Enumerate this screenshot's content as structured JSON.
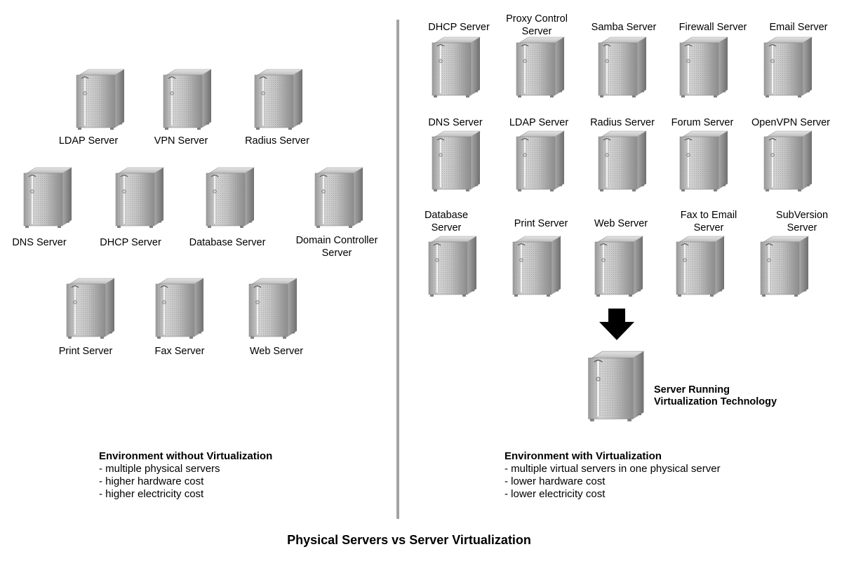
{
  "title": "Physical Servers vs Server Virtualization",
  "colors": {
    "divider": "#a3a3a3",
    "server_front": "#c4c4c4",
    "server_side": "#888888"
  },
  "icon": "server-tower-icon",
  "physical": {
    "heading": "Environment without Virtualization",
    "points": [
      "- multiple physical servers",
      "- higher hardware cost",
      "- higher electricity cost"
    ],
    "servers": [
      {
        "label": "LDAP Server"
      },
      {
        "label": "VPN Server"
      },
      {
        "label": "Radius Server"
      },
      {
        "label": "DNS Server"
      },
      {
        "label": "DHCP Server"
      },
      {
        "label": "Database Server"
      },
      {
        "label": "Domain Controller\nServer"
      },
      {
        "label": "Print Server"
      },
      {
        "label": "Fax Server"
      },
      {
        "label": "Web Server"
      }
    ]
  },
  "virtual": {
    "heading": "Environment with Virtualization",
    "points": [
      "- multiple virtual servers in one physical server",
      "- lower hardware cost",
      "- lower electricity cost"
    ],
    "servers": [
      {
        "label": "DHCP Server"
      },
      {
        "label": "Proxy Control\nServer"
      },
      {
        "label": "Samba Server"
      },
      {
        "label": "Firewall Server"
      },
      {
        "label": "Email Server"
      },
      {
        "label": "DNS Server"
      },
      {
        "label": "LDAP Server"
      },
      {
        "label": "Radius Server"
      },
      {
        "label": "Forum Server"
      },
      {
        "label": "OpenVPN Server"
      },
      {
        "label": "Database\nServer"
      },
      {
        "label": "Print Server"
      },
      {
        "label": "Web Server"
      },
      {
        "label": "Fax to Email\nServer"
      },
      {
        "label": "SubVersion\nServer"
      }
    ],
    "host": {
      "label": "Server Running\nVirtualization Technology"
    }
  }
}
